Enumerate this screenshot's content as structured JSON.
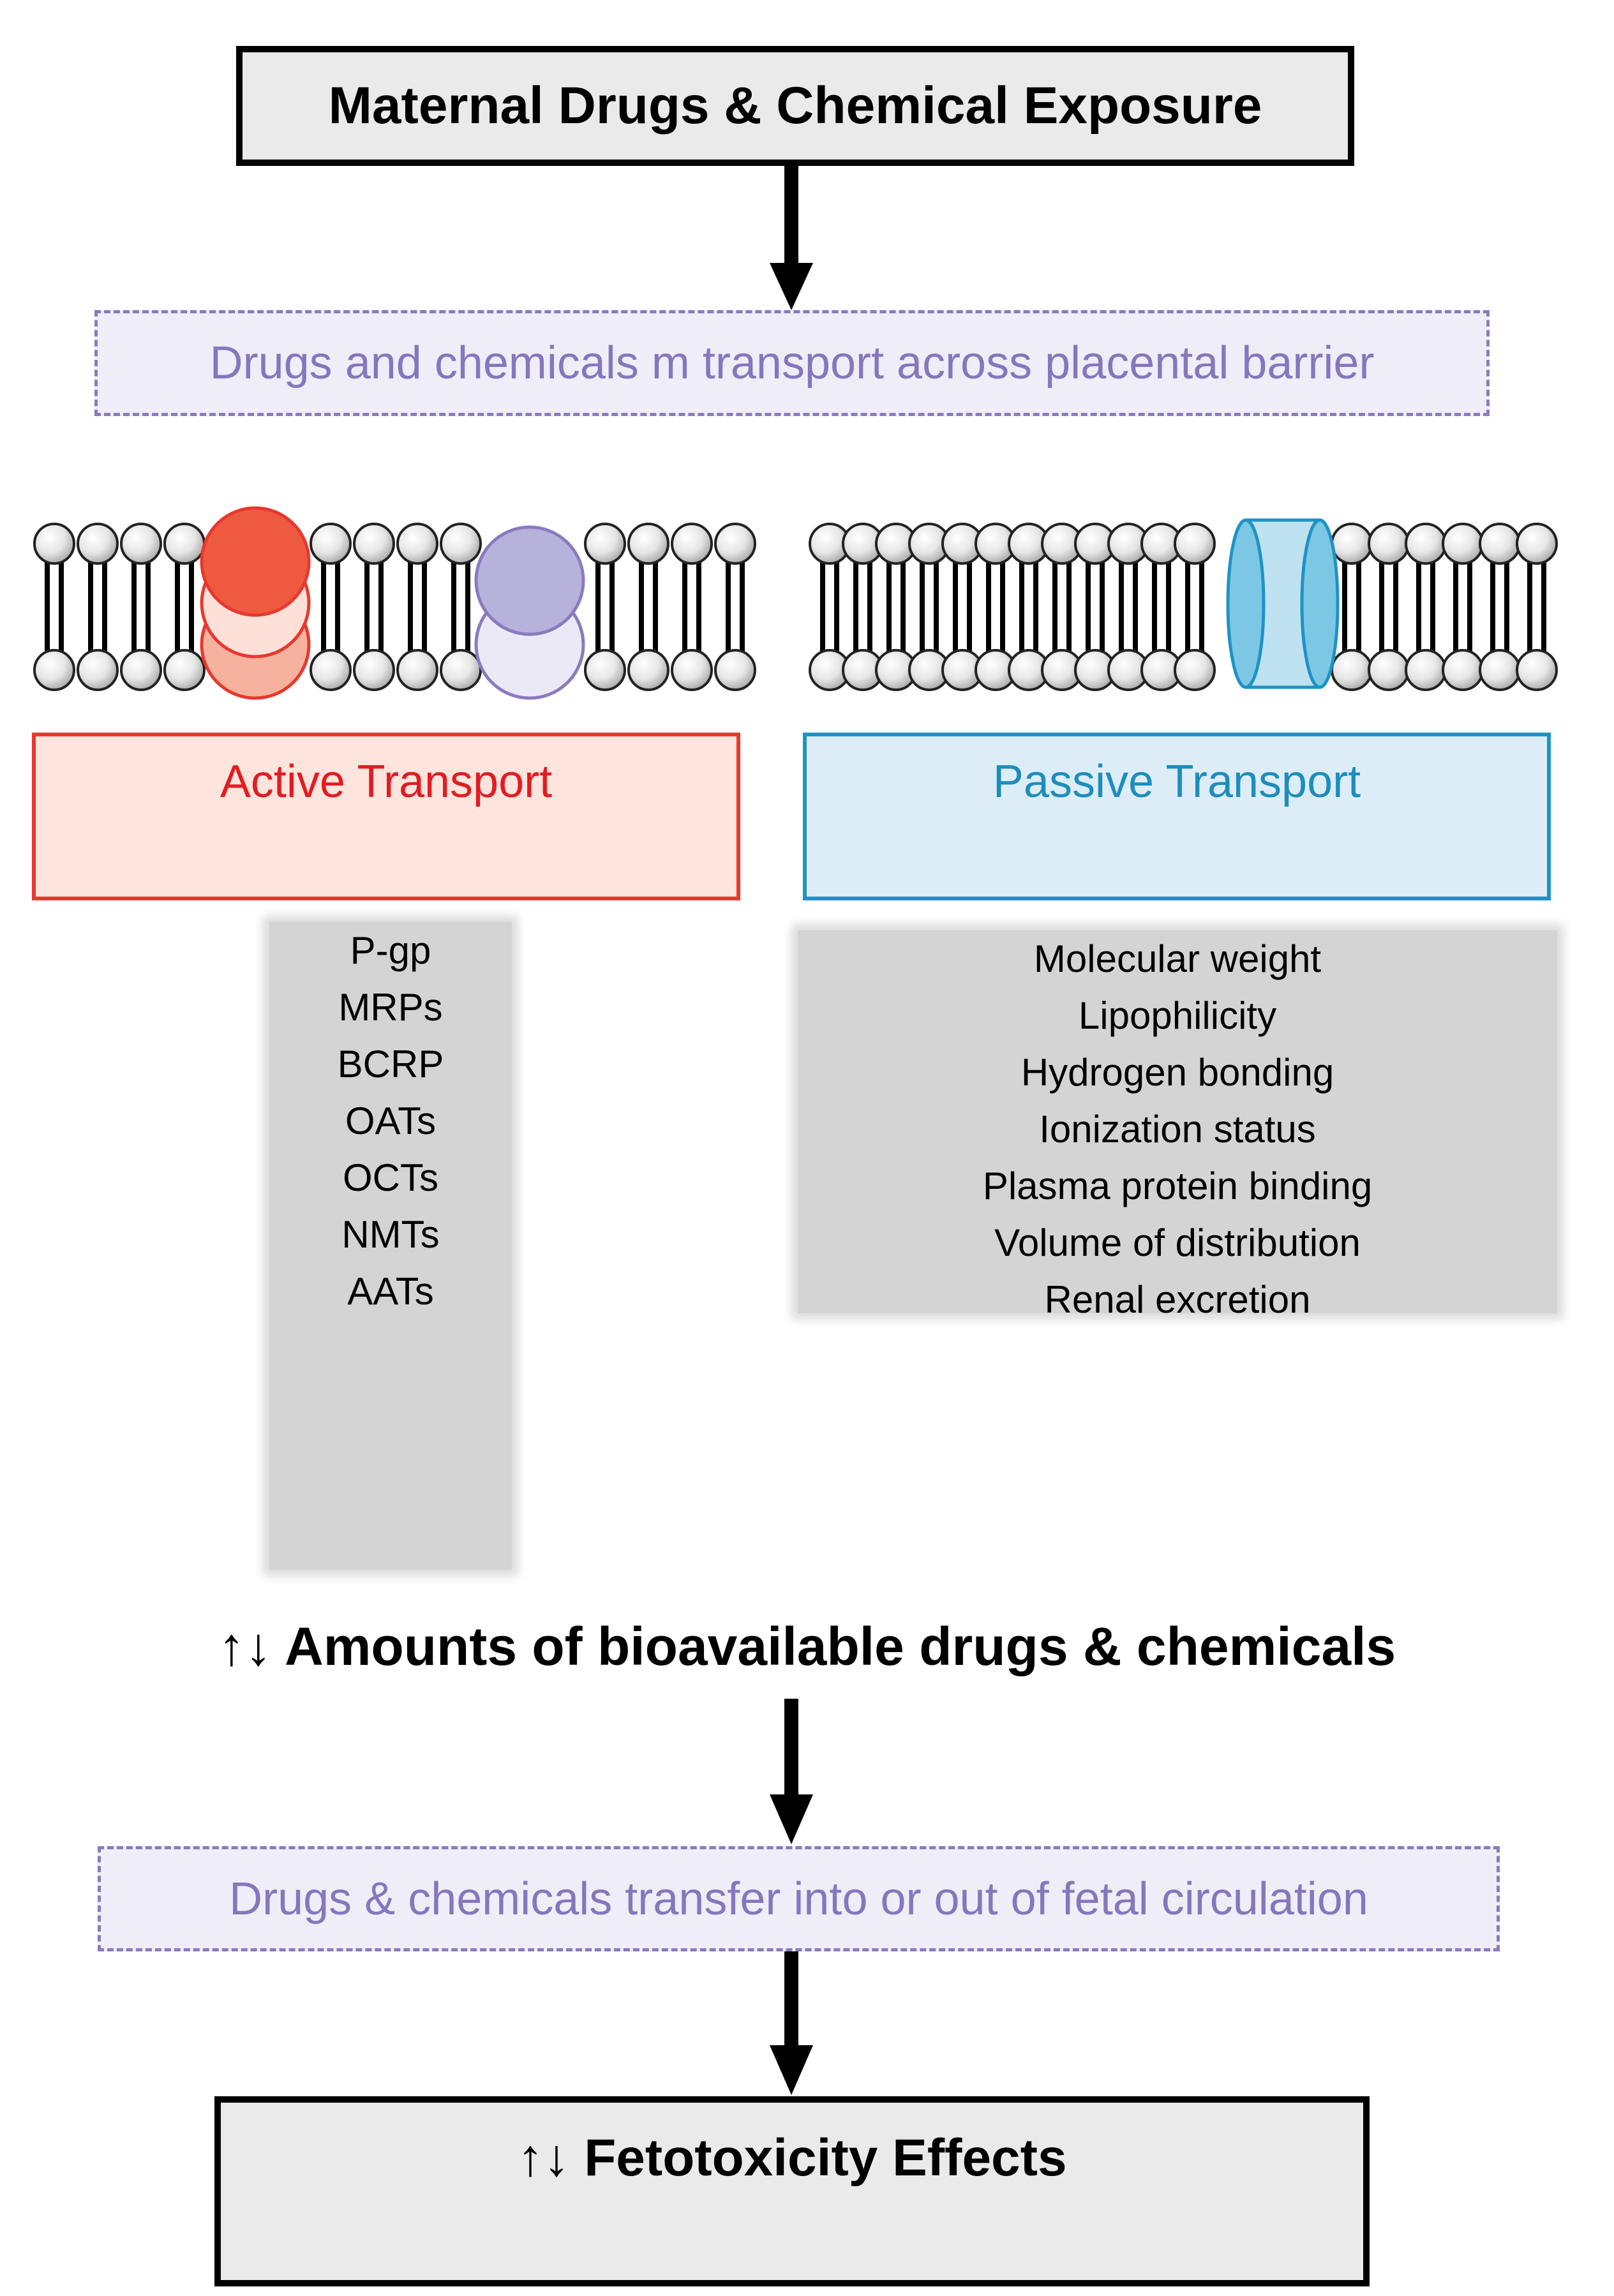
{
  "top_box": {
    "label": "Maternal Drugs & Chemical Exposure"
  },
  "step_1": {
    "label": "Drugs and chemicals m transport across placental barrier"
  },
  "active": {
    "label": "Active Transport",
    "items": [
      "P-gp",
      "MRPs",
      "BCRP",
      "OATs",
      "OCTs",
      "NMTs",
      "AATs"
    ]
  },
  "passive": {
    "label": "Passive Transport",
    "items": [
      "Molecular weight",
      "Lipophilicity",
      "Hydrogen bonding",
      "Ionization status",
      "Plasma protein binding",
      "Volume of distribution",
      "Renal excretion"
    ]
  },
  "bioavailable": {
    "label": "↑↓ Amounts of bioavailable drugs & chemicals"
  },
  "step_2": {
    "label": "Drugs & chemicals transfer into or out of fetal circulation"
  },
  "bottom_box": {
    "label": "↑↓ Fetotoxicity Effects"
  },
  "colors": {
    "active_accent": "#e21c22",
    "passive_accent": "#1d8dbd",
    "dashed_text": "#8577bd",
    "transporter_red": "#ee5a3f",
    "transporter_purple": "#b7b2dc",
    "channel_blue": "#7cc7e3"
  },
  "icons": {
    "membrane": "lipid-bilayer-icon",
    "carrier": "transporter-protein-icon",
    "channel": "channel-protein-icon"
  }
}
